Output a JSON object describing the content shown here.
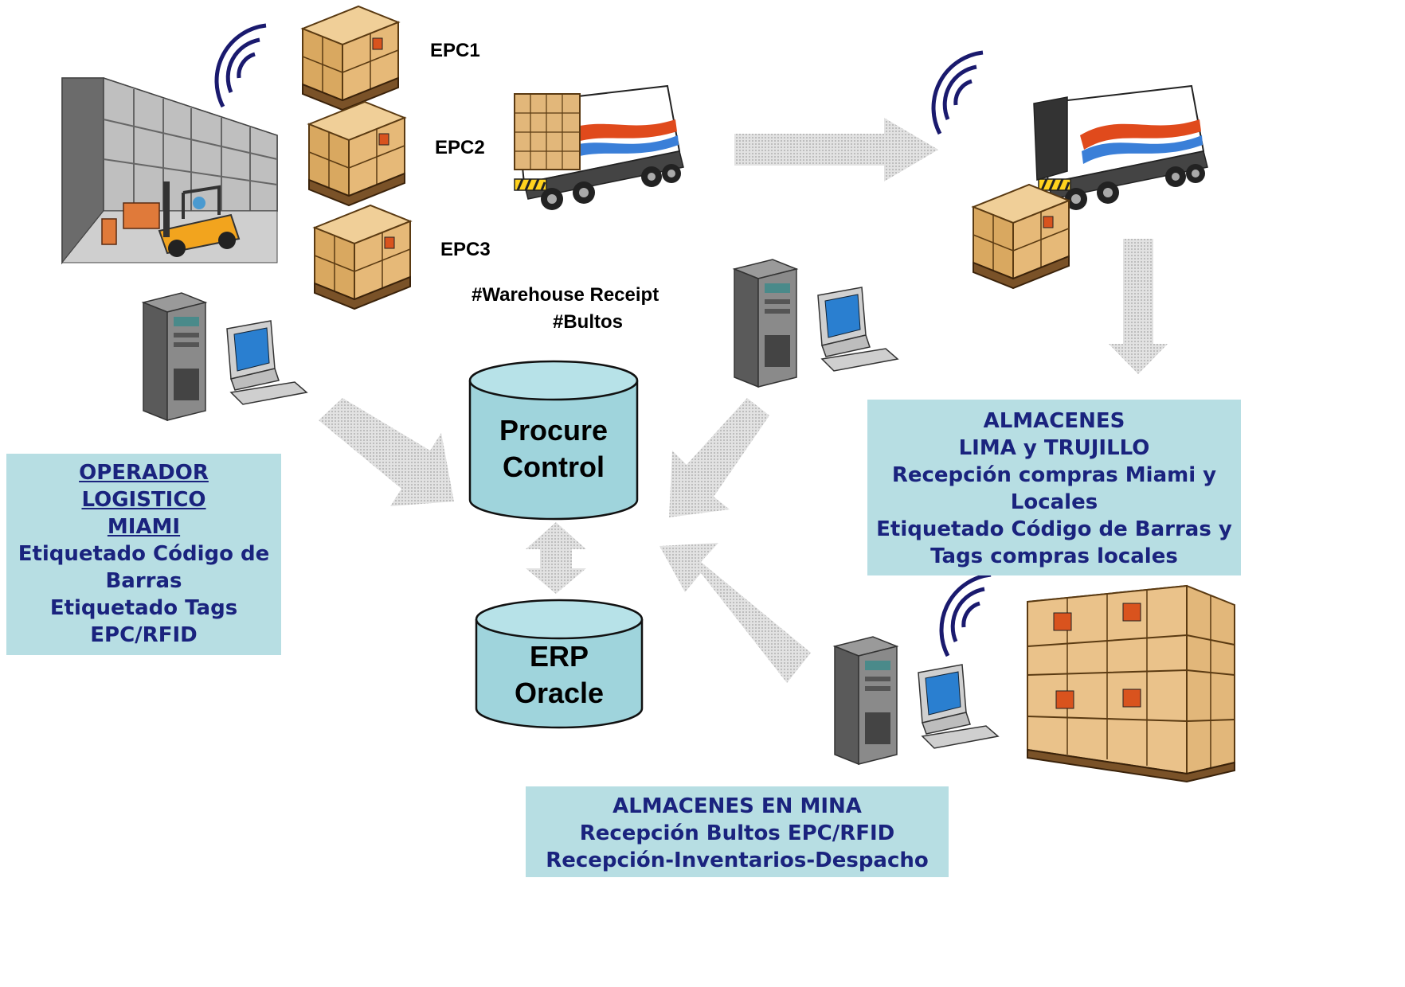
{
  "labels": {
    "epc1": "EPC1",
    "epc2": "EPC2",
    "epc3": "EPC3",
    "warehouse_receipt": "#Warehouse Receipt",
    "bultos": "#Bultos"
  },
  "databases": {
    "procure": {
      "line1": "Procure",
      "line2": "Control"
    },
    "erp": {
      "line1": "ERP",
      "line2": "Oracle"
    }
  },
  "operador_box": {
    "line1": "OPERADOR",
    "line2": "LOGISTICO",
    "line3": "MIAMI",
    "line4": "Etiquetado Código de",
    "line5": "Barras",
    "line6": "Etiquetado Tags",
    "line7": "EPC/RFID"
  },
  "almacenes_box": {
    "line1": "ALMACENES",
    "line2": "LIMA y TRUJILLO",
    "line3": "Recepción compras Miami y",
    "line4": "Locales",
    "line5": "Etiquetado Código de Barras y",
    "line6": "Tags compras locales"
  },
  "mina_box": {
    "line1": "ALMACENES EN MINA",
    "line2": "Recepción Bultos EPC/RFID",
    "line3": "Recepción-Inventarios-Despacho"
  },
  "colors": {
    "box_fill": "#b7dee3",
    "box_text": "#1a237e",
    "db_fill": "#9fd4dc",
    "arrow_fill": "#d4d4d4",
    "signal": "#1a1a6e",
    "box_cardboard": "#e2b77a"
  },
  "icons": [
    "warehouse-forklift-icon",
    "pallet-box-icon",
    "truck-icon",
    "server-computer-icon",
    "rfid-signal-icon",
    "database-icon",
    "arrow-icon"
  ]
}
